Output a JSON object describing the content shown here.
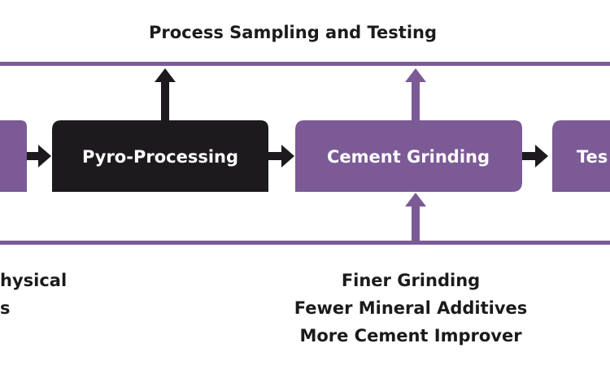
{
  "title": "Process Sampling and Testing",
  "colors": {
    "purple": "#7b5a96",
    "black": "#1c1a1d",
    "line": "#7b5a96"
  },
  "boxes": {
    "left_partial": "",
    "pyro": "Pyro-Processing",
    "cement": "Cement Grinding",
    "right_partial": "Tes"
  },
  "left_notes": {
    "line1": "hysical",
    "line2": "s"
  },
  "center_notes": {
    "line1": "Finer Grinding",
    "line2": "Fewer Mineral Additives",
    "line3": "More Cement Improver"
  }
}
